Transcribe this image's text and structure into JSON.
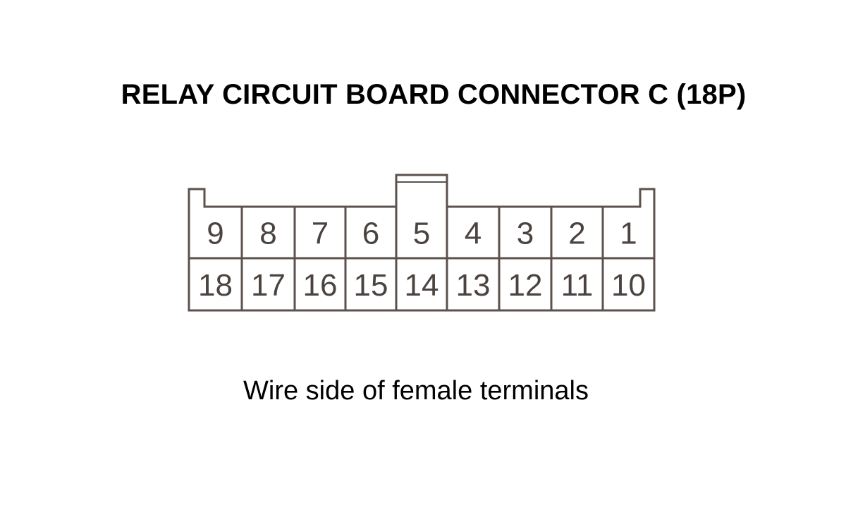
{
  "title": "RELAY CIRCUIT BOARD CONNECTOR C (18P)",
  "caption": "Wire side of female terminals",
  "colors": {
    "outline": "#5b514d",
    "text": "#000000",
    "pin_text": "#4a4340",
    "background": "#ffffff"
  },
  "connector": {
    "top_row": [
      "9",
      "8",
      "7",
      "6",
      "5",
      "4",
      "3",
      "2",
      "1"
    ],
    "bottom_row": [
      "18",
      "17",
      "16",
      "15",
      "14",
      "13",
      "12",
      "11",
      "10"
    ]
  }
}
